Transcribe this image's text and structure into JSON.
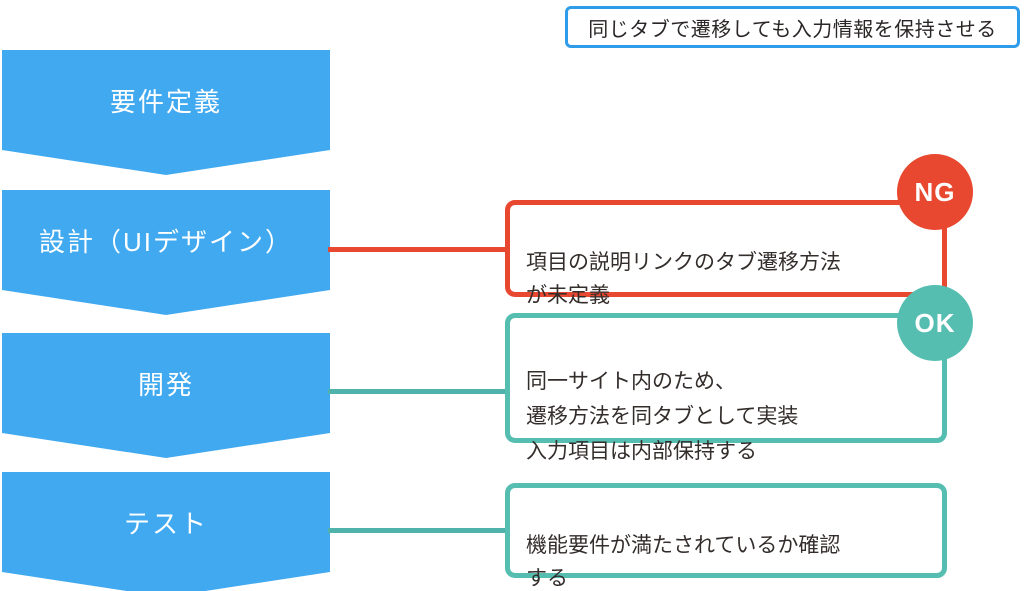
{
  "note": {
    "text": "同じタブで遷移しても入力情報を保持させる"
  },
  "process_steps": [
    {
      "label": "要件定義"
    },
    {
      "label": "設計（UIデザイン）"
    },
    {
      "label": "開発"
    },
    {
      "label": "テスト"
    }
  ],
  "callouts": [
    {
      "status": "NG",
      "text": "項目の説明リンクのタブ遷移方法\nが未定義"
    },
    {
      "status": "OK",
      "text": "同一サイト内のため、\n遷移方法を同タブとして実装\n入力項目は内部保持する"
    },
    {
      "status": "",
      "text": "機能要件が満たされているか確認\nする"
    }
  ],
  "colors": {
    "step_blue": "#41a9f0",
    "note_border_blue": "#2e9ce8",
    "ng_red": "#e8482f",
    "ok_teal": "#56beb1",
    "text_dark": "#332d2b"
  }
}
